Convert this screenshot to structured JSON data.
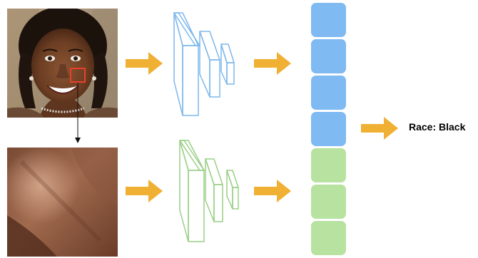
{
  "figure": {
    "output_label": "Race: Black"
  },
  "colors": {
    "arrow": "#F0B034",
    "face_branch": "#7DB8EC",
    "face_feature": "#7FBAF3",
    "skin_branch": "#9ACF86",
    "skin_feature": "#B8E29F",
    "crop_box": "#E8402A"
  },
  "feature_vector": {
    "face_cells": 4,
    "skin_cells": 3
  },
  "icons": {
    "arrow": "block-arrow-right-icon",
    "cnn": "cnn-stack-icon"
  }
}
